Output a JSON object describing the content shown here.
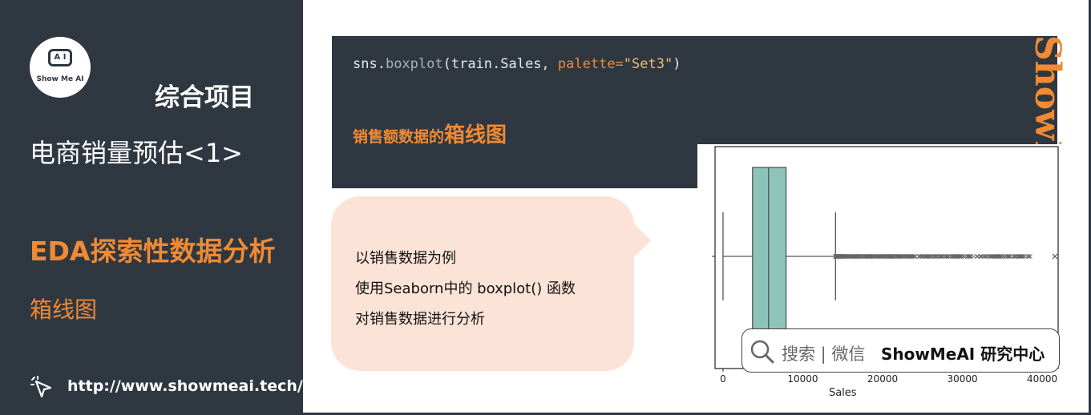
{
  "sidebar": {
    "logo_screen_text": "A I",
    "logo_text": "Show Me AI",
    "project_label": "综合项目",
    "project_title": "电商销量预估<1>",
    "section_title": "EDA探索性数据分析",
    "section_subtitle": "箱线图",
    "url": "http://www.showmeai.tech/",
    "cursor_icon": "cursor-click-icon"
  },
  "code": {
    "line_parts": {
      "obj": "sns.",
      "fn": "boxplot",
      "open": "(train.Sales, ",
      "kw": "palette=",
      "str": "\"Set3\"",
      "close": ")"
    },
    "caption_small": "销售额数据的",
    "caption_big": "箱线图"
  },
  "watermark": "ShowMeAI",
  "bubble": {
    "lines": [
      "以销售数据为例",
      "使用Seaborn中的 boxplot() 函数",
      "对销售数据进行分析"
    ]
  },
  "search": {
    "text": "搜索 | 微信",
    "brand": "ShowMeAI 研究中心",
    "icon": "search-icon"
  },
  "colors": {
    "sidebar_bg": "#2f3741",
    "accent": "#f08a33",
    "bubble_bg": "#fbe4d7",
    "box_fill": "#8dc3bb"
  },
  "chart_data": {
    "type": "box",
    "orientation": "horizontal",
    "xlabel": "Sales",
    "xlim": [
      -1000,
      42000
    ],
    "xticks": [
      0,
      10000,
      20000,
      30000,
      40000
    ],
    "xtick_labels": [
      "0",
      "10000",
      "20000",
      "30000",
      "40000"
    ],
    "stats": {
      "whisker_low": 0,
      "q1": 3700,
      "median": 5700,
      "q3": 7900,
      "whisker_high": 14100
    },
    "outliers_dense_range": [
      14100,
      38700
    ],
    "outliers_sparse": [
      41600
    ]
  }
}
